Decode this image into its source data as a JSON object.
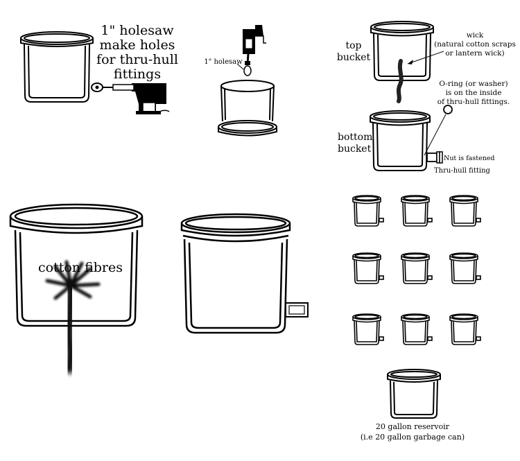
{
  "labels": {
    "holesaw_instruction": [
      "1\" holesaw",
      "make holes",
      "for thru-hull",
      "fittings"
    ],
    "holesaw": "1\" holesaw",
    "top_bucket": [
      "top",
      "bucket"
    ],
    "wick": [
      "wick",
      "(natural cotton scraps",
      "or lantern wick)"
    ],
    "oring": [
      "O-ring (or washer)",
      "is on the inside",
      "of thru-hull fittings."
    ],
    "bottom_bucket": [
      "bottom",
      "bucket"
    ],
    "nut_fastened": "Nut is fastened",
    "thru_hull": "Thru-hull fitting",
    "cotton_fibres": "cotton fibres",
    "reservoir": [
      "20 gallon reservoir",
      "(i.e 20 gallon garbage can)"
    ]
  },
  "icons": {
    "drill": "drill-icon",
    "bucket": "bucket-icon",
    "fitting": "thru-hull-fitting-icon",
    "wick": "wick-icon",
    "oring": "o-ring-icon"
  },
  "colors": {
    "ink": "#000000",
    "fibre": "#111111",
    "background": "#ffffff"
  }
}
